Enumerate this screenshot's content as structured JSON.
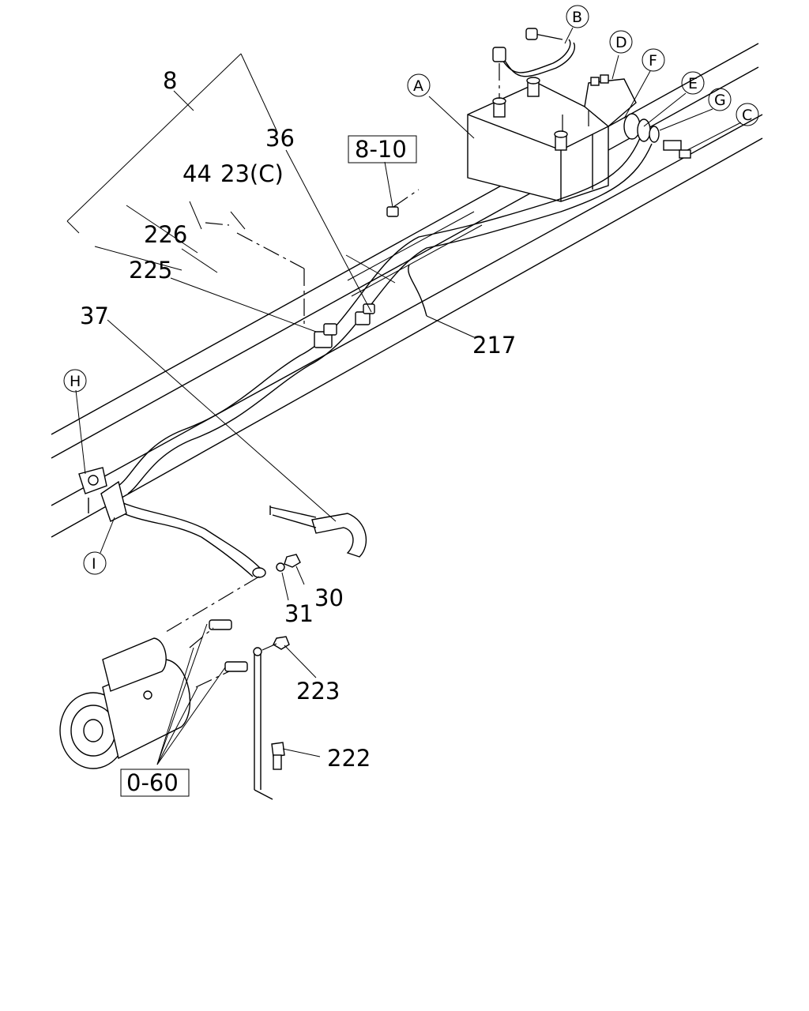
{
  "labels": {
    "l8": "8",
    "l36": "36",
    "l44": "44",
    "l23c": "23(C)",
    "l226": "226",
    "l225": "225",
    "l37": "37",
    "l217": "217",
    "l30": "30",
    "l31": "31",
    "l223": "223",
    "l222": "222"
  },
  "boxed_refs": {
    "r810": "8-10",
    "r060": "0-60"
  },
  "circled": {
    "A": "A",
    "B": "B",
    "C": "C",
    "D": "D",
    "E": "E",
    "F": "F",
    "G": "G",
    "H": "H",
    "I": "I"
  }
}
